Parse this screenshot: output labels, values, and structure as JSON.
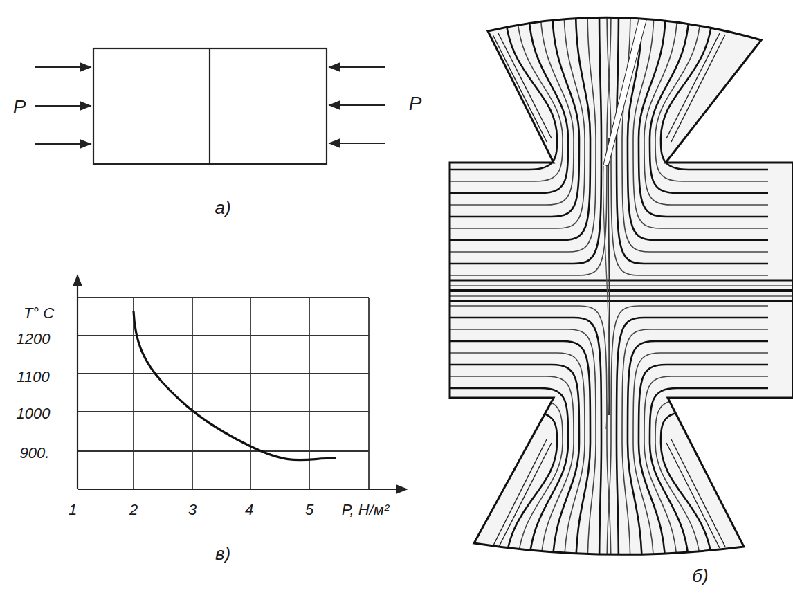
{
  "diagram": {
    "labels": [
      "P",
      "P",
      "а)",
      "T° C",
      "1200",
      "1100",
      "1000",
      "900.",
      "1",
      "2",
      "3",
      "4",
      "5",
      "P, Н/м²",
      "в)",
      "б)"
    ]
  }
}
